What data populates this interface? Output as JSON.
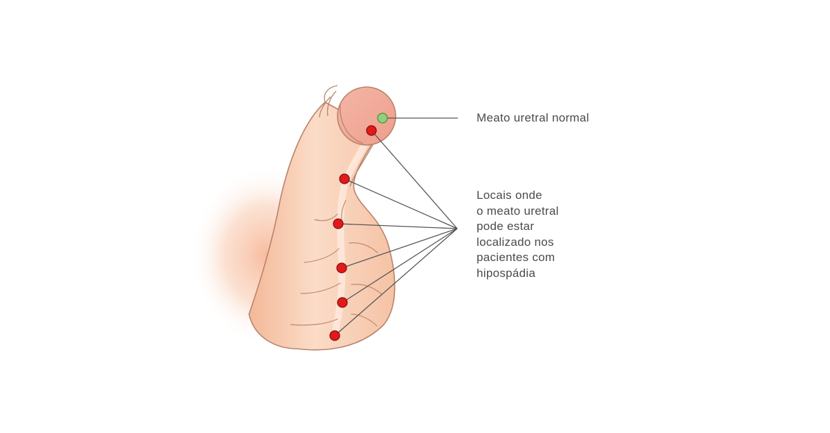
{
  "labels": {
    "normal_meatus": "Meato uretral normal",
    "hypospadias_locations": [
      "Locais onde",
      "o meato uretral",
      "pode estar",
      "localizado nos",
      "pacientes com",
      "hipospádia"
    ]
  },
  "colors": {
    "skin": "#f7c6a6",
    "skin_outline": "#b9826a",
    "glans": "#f1aa9a",
    "normal_marker": "#8ed17a",
    "hypospadias_marker": "#e21a1a",
    "leader_line": "#555555",
    "text": "#4a4a4a"
  }
}
